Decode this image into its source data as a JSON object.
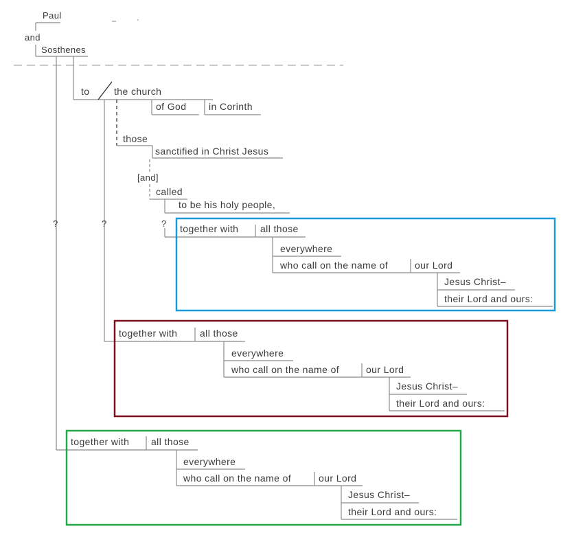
{
  "diagram": {
    "senders": {
      "s1": "Paul",
      "conj": "and",
      "s2": "Sosthenes"
    },
    "recipient": {
      "to": "to",
      "church": "the church",
      "of_god": "of God",
      "in_corinth": "in Corinth"
    },
    "those": {
      "label": "those",
      "sanctified": "sanctified in Christ Jesus"
    },
    "called": {
      "and": "[and]",
      "called": "called",
      "holy": "to be his holy people,"
    },
    "question": "?",
    "phrase": {
      "together": "together with",
      "all": "all those",
      "everywhere": "everywhere",
      "who_call": "who call on the name of",
      "our_lord": "our Lord",
      "jesus": "Jesus Christ–",
      "their": "their Lord and ours:"
    }
  },
  "box_colors": {
    "blue": "#1a9bd7",
    "red": "#7a1020",
    "green": "#23a84a"
  }
}
